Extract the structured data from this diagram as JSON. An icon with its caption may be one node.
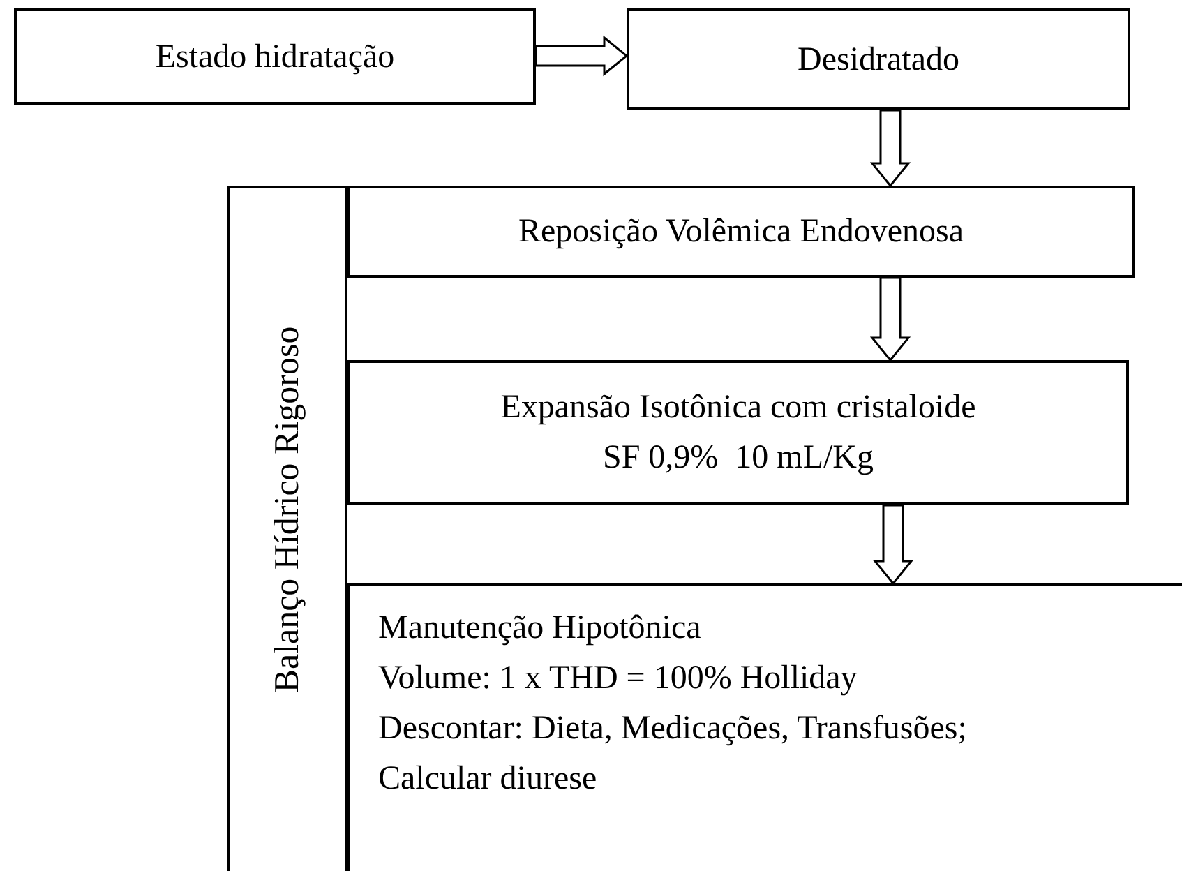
{
  "diagram": {
    "nodes": [
      {
        "text": [
          "Estado hidratação"
        ]
      },
      {
        "text": [
          "Desidratado"
        ]
      },
      {
        "text": [
          "Reposição Volêmica Endovenosa"
        ]
      },
      {
        "text": [
          "Expansão Isotônica com cristaloide",
          "SF 0,9%  10 mL/Kg"
        ]
      },
      {
        "text": [
          "Manutenção Hipotônica",
          "Volume: 1 x THD = 100%  Holliday",
          "Descontar: Dieta, Medicações, Transfusões;",
          "Calcular diurese"
        ]
      },
      {
        "text": [
          "Balanço Hídrico Rigoroso"
        ]
      }
    ],
    "edges": [
      {
        "from": 0,
        "to": 1,
        "arrow": "to"
      },
      {
        "from": 1,
        "to": 2,
        "arrow": "to"
      },
      {
        "from": 2,
        "to": 3,
        "arrow": "to"
      },
      {
        "from": 3,
        "to": 4,
        "arrow": "to"
      }
    ]
  }
}
